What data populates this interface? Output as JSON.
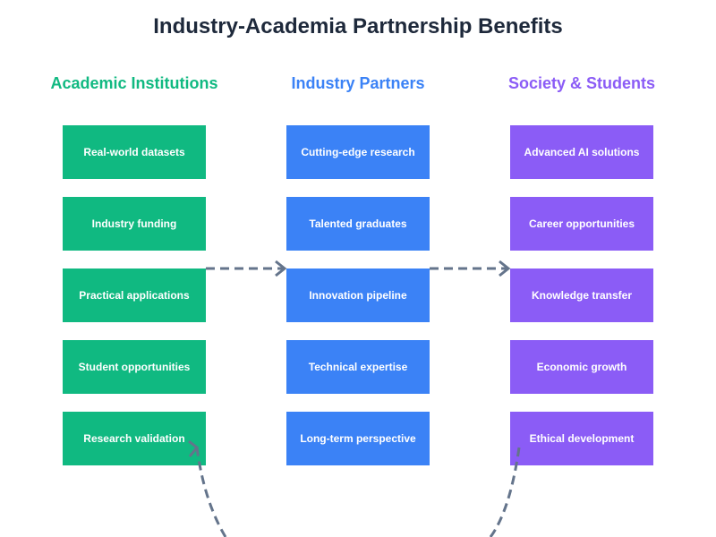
{
  "title": "Industry-Academia Partnership Benefits",
  "colors": {
    "title": "#1e293b",
    "academic": "#10b981",
    "industry": "#3b82f6",
    "society": "#8b5cf6",
    "connector": "#64748b"
  },
  "columns": [
    {
      "key": "academic",
      "header": "Academic Institutions",
      "items": [
        "Real-world datasets",
        "Industry funding",
        "Practical applications",
        "Student opportunities",
        "Research validation"
      ]
    },
    {
      "key": "industry",
      "header": "Industry Partners",
      "items": [
        "Cutting-edge research",
        "Talented graduates",
        "Innovation pipeline",
        "Technical expertise",
        "Long-term perspective"
      ]
    },
    {
      "key": "society",
      "header": "Society & Students",
      "items": [
        "Advanced AI solutions",
        "Career opportunities",
        "Knowledge transfer",
        "Economic growth",
        "Ethical development"
      ]
    }
  ],
  "connectors": [
    {
      "from": "academic:Practical applications",
      "to": "industry:Innovation pipeline",
      "style": "dashed-arrow"
    },
    {
      "from": "industry:Innovation pipeline",
      "to": "society:Knowledge transfer",
      "style": "dashed-arrow"
    },
    {
      "from": "society:Ethical development",
      "to": "academic:Research validation",
      "style": "dashed-curved-arrow"
    }
  ]
}
